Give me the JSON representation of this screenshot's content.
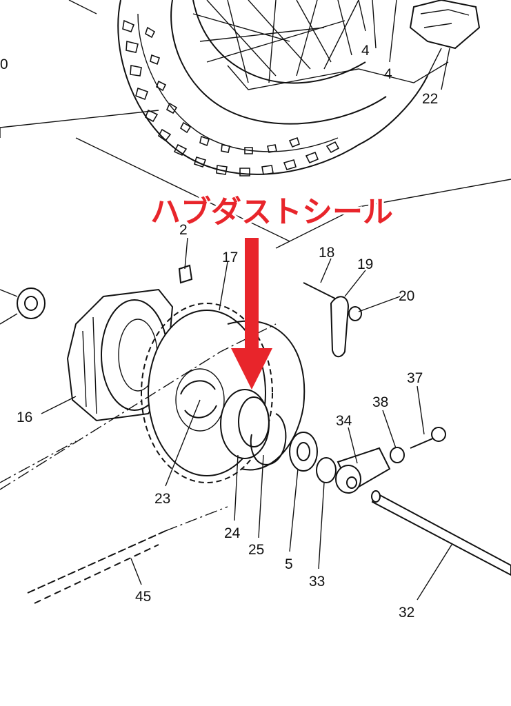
{
  "callout": {
    "label": "ハブダストシール",
    "color": "#e8252b"
  },
  "part_numbers": {
    "p4a": "4",
    "p4b": "4",
    "p22": "22",
    "p0": "0",
    "p2": "2",
    "p17": "17",
    "p18": "18",
    "p19": "19",
    "p20": "20",
    "p16": "16",
    "p23": "23",
    "p24": "24",
    "p25": "25",
    "p5": "5",
    "p33": "33",
    "p34": "34",
    "p38": "38",
    "p37": "37",
    "p32": "32",
    "p45": "45"
  }
}
